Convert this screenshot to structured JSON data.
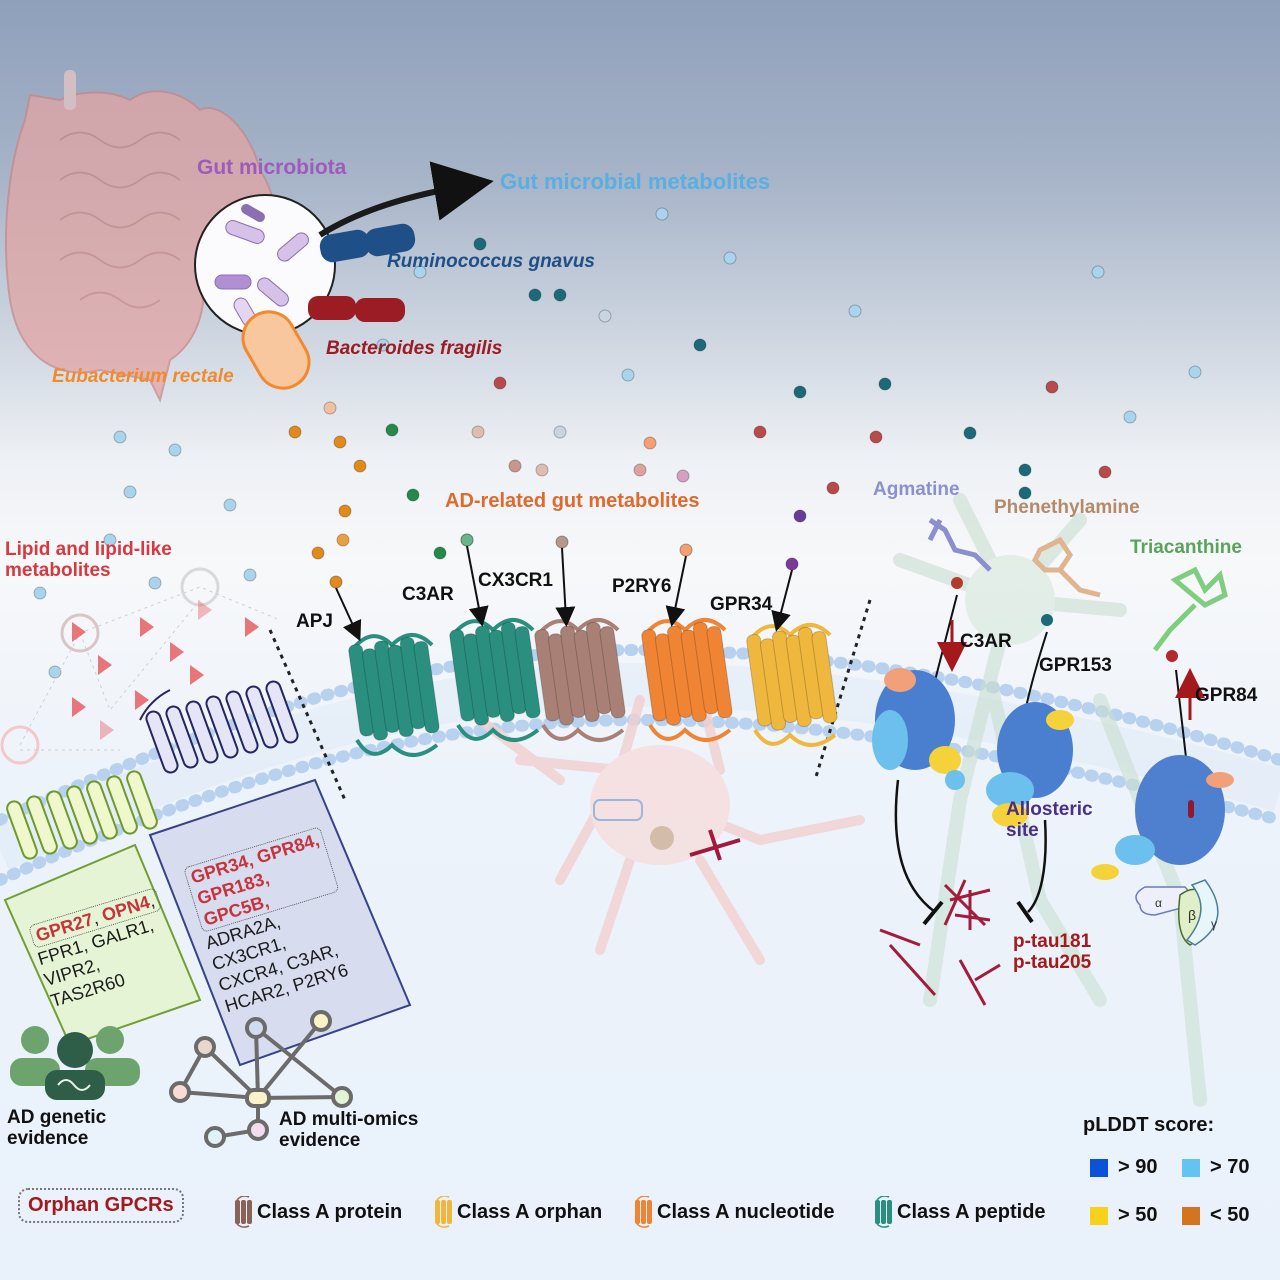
{
  "header": {
    "gut_microbiota": "Gut microbiota",
    "gut_microbial_metabolites": "Gut microbial metabolites"
  },
  "bacteria": [
    {
      "name": "Ruminococcus gnavus",
      "color": "#1e4f86"
    },
    {
      "name": "Bacteroides fragilis",
      "color": "#9b1c22"
    },
    {
      "name": "Eubacterium rectale",
      "color": "#f08a2c"
    }
  ],
  "sections": {
    "lipid_title_line1": "Lipid and lipid-like",
    "lipid_title_line2": "metabolites",
    "ad_metabolites_title": "AD-related gut metabolites"
  },
  "receptors": [
    {
      "name": "APJ",
      "class": "Class A peptide",
      "color": "#2a8f7e"
    },
    {
      "name": "C3AR",
      "class": "Class A peptide",
      "color": "#2a8f7e"
    },
    {
      "name": "CX3CR1",
      "class": "Class A protein",
      "color": "#a98076"
    },
    {
      "name": "P2RY6",
      "class": "Class A nucleotide",
      "color": "#ee8434"
    },
    {
      "name": "GPR34",
      "class": "Class A orphan",
      "color": "#efb73e"
    }
  ],
  "genetic_box": {
    "orphan": [
      "GPR27",
      "OPN4"
    ],
    "others": [
      "FPR1, GALR1,",
      "VIPR2,",
      "TAS2R60"
    ]
  },
  "omics_box": {
    "orphan_lines": [
      "GPR34, GPR84,",
      "GPR183,",
      "GPC5B,"
    ],
    "others": [
      "ADRA2A,",
      "CX3CR1,",
      "CXCR4, C3AR,",
      "HCAR2, P2RY6"
    ]
  },
  "evidence": {
    "genetic_line1": "AD genetic",
    "genetic_line2": "evidence",
    "omics_line1": "AD multi-omics",
    "omics_line2": "evidence"
  },
  "ligands": [
    {
      "name": "Agmatine",
      "color": "#8b8fd0"
    },
    {
      "name": "Phenethylamine",
      "color": "#b48a68"
    },
    {
      "name": "Triacanthine",
      "color": "#5aa35a"
    }
  ],
  "right_panel": {
    "c3ar_label": "C3AR",
    "gpr153_label": "GPR153",
    "gpr84_label": "GPR84",
    "allosteric_line1": "Allosteric",
    "allosteric_line2": "site",
    "ptau1": "p-tau181",
    "ptau2": "p-tau205",
    "g_alpha": "α",
    "g_beta": "β",
    "g_gamma": "γ"
  },
  "legend": {
    "orphan_gpcrs": "Orphan GPCRs",
    "classes": [
      {
        "label": "Class A protein",
        "color": "#8a6358"
      },
      {
        "label": "Class A orphan",
        "color": "#efb73e"
      },
      {
        "label": "Class A nucleotide",
        "color": "#ee8434"
      },
      {
        "label": "Class A peptide",
        "color": "#2a8f7e"
      }
    ],
    "plddt_title": "pLDDT score:",
    "plddt": [
      {
        "label": "> 90",
        "color": "#0a53d8"
      },
      {
        "label": "> 70",
        "color": "#63c3f3"
      },
      {
        "label": "> 50",
        "color": "#f8d21a"
      },
      {
        "label": "< 50",
        "color": "#d57420"
      }
    ]
  }
}
